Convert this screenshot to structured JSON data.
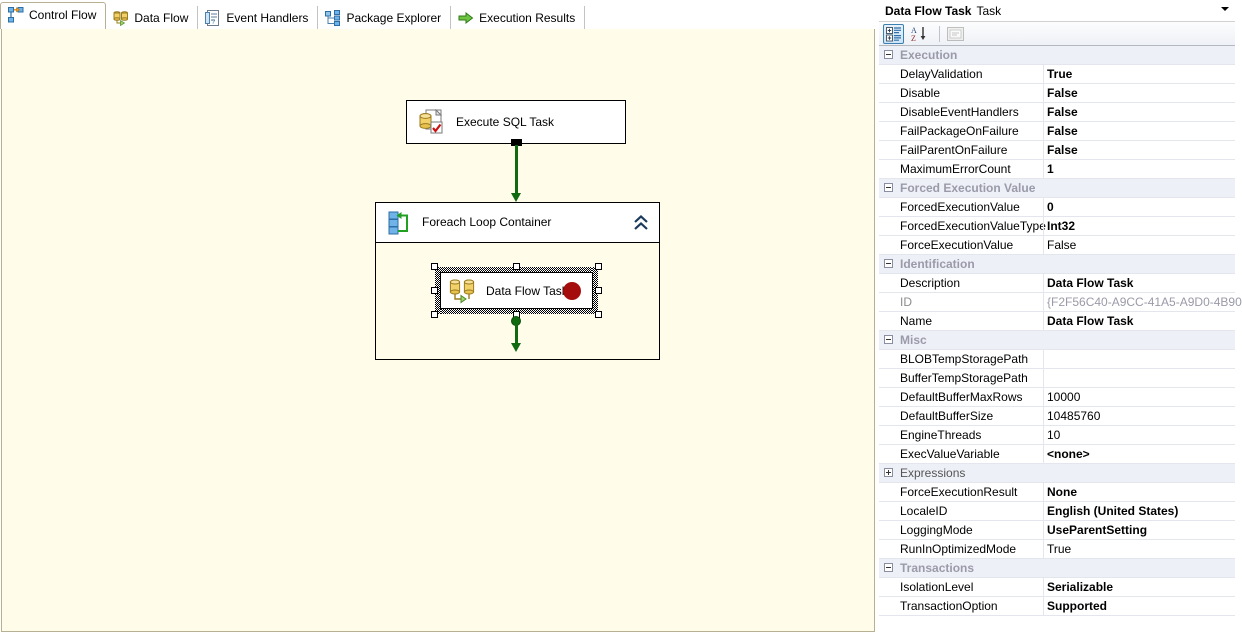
{
  "tabs": [
    {
      "label": "Control Flow",
      "icon": "control-flow-icon",
      "active": true
    },
    {
      "label": "Data Flow",
      "icon": "data-flow-icon",
      "active": false
    },
    {
      "label": "Event Handlers",
      "icon": "event-handlers-icon",
      "active": false
    },
    {
      "label": "Package Explorer",
      "icon": "package-explorer-icon",
      "active": false
    },
    {
      "label": "Execution Results",
      "icon": "execution-results-icon",
      "active": false
    }
  ],
  "canvas": {
    "background_color": "#fffcea",
    "tasks": {
      "execute_sql": {
        "name": "Execute SQL Task",
        "icon": "execute-sql-task-icon"
      },
      "foreach": {
        "name": "Foreach Loop Container",
        "icon": "foreach-loop-icon",
        "collapse_icon": "chevron-up-double-icon"
      },
      "data_flow": {
        "name": "Data Flow Task",
        "icon": "data-flow-task-icon",
        "status": "error",
        "status_color": "#a50d0d",
        "selected": true
      }
    },
    "connector_color": "#106b10"
  },
  "properties": {
    "header": {
      "object_name": "Data Flow Task",
      "object_type": "Task",
      "dropdown_icon": "chevron-down-icon"
    },
    "toolbar": {
      "categorized": "categorized-view-icon",
      "alphabetical": "alphabetical-sort-icon",
      "property_pages": "property-pages-icon"
    },
    "rows": [
      {
        "kind": "category",
        "label": "Execution",
        "expander": "minus"
      },
      {
        "kind": "prop",
        "name": "DelayValidation",
        "value": "True",
        "bold": true
      },
      {
        "kind": "prop",
        "name": "Disable",
        "value": "False",
        "bold": true
      },
      {
        "kind": "prop",
        "name": "DisableEventHandlers",
        "value": "False",
        "bold": true
      },
      {
        "kind": "prop",
        "name": "FailPackageOnFailure",
        "value": "False",
        "bold": true
      },
      {
        "kind": "prop",
        "name": "FailParentOnFailure",
        "value": "False",
        "bold": true
      },
      {
        "kind": "prop",
        "name": "MaximumErrorCount",
        "value": "1",
        "bold": true
      },
      {
        "kind": "category",
        "label": "Forced Execution Value",
        "expander": "minus"
      },
      {
        "kind": "prop",
        "name": "ForcedExecutionValue",
        "value": "0",
        "bold": true
      },
      {
        "kind": "prop",
        "name": "ForcedExecutionValueType",
        "value": "Int32",
        "bold": true
      },
      {
        "kind": "prop",
        "name": "ForceExecutionValue",
        "value": "False",
        "bold": false
      },
      {
        "kind": "category",
        "label": "Identification",
        "expander": "minus"
      },
      {
        "kind": "prop",
        "name": "Description",
        "value": "Data Flow Task",
        "bold": true
      },
      {
        "kind": "prop",
        "name": "ID",
        "value": "{F2F56C40-A9CC-41A5-A9D0-4B90",
        "dim": true,
        "name_dim": true
      },
      {
        "kind": "prop",
        "name": "Name",
        "value": "Data Flow Task",
        "bold": true
      },
      {
        "kind": "category",
        "label": "Misc",
        "expander": "minus"
      },
      {
        "kind": "prop",
        "name": "BLOBTempStoragePath",
        "value": "",
        "bold": false
      },
      {
        "kind": "prop",
        "name": "BufferTempStoragePath",
        "value": "",
        "bold": false
      },
      {
        "kind": "prop",
        "name": "DefaultBufferMaxRows",
        "value": "10000",
        "bold": false
      },
      {
        "kind": "prop",
        "name": "DefaultBufferSize",
        "value": "10485760",
        "bold": false
      },
      {
        "kind": "prop",
        "name": "EngineThreads",
        "value": "10",
        "bold": false
      },
      {
        "kind": "prop",
        "name": "ExecValueVariable",
        "value": "<none>",
        "bold": true
      },
      {
        "kind": "category",
        "label": "Expressions",
        "expander": "plus",
        "light": true
      },
      {
        "kind": "prop",
        "name": "ForceExecutionResult",
        "value": "None",
        "bold": true
      },
      {
        "kind": "prop",
        "name": "LocaleID",
        "value": "English (United States)",
        "bold": true
      },
      {
        "kind": "prop",
        "name": "LoggingMode",
        "value": "UseParentSetting",
        "bold": true
      },
      {
        "kind": "prop",
        "name": "RunInOptimizedMode",
        "value": "True",
        "bold": false
      },
      {
        "kind": "category",
        "label": "Transactions",
        "expander": "minus"
      },
      {
        "kind": "prop",
        "name": "IsolationLevel",
        "value": "Serializable",
        "bold": true
      },
      {
        "kind": "prop",
        "name": "TransactionOption",
        "value": "Supported",
        "bold": true
      }
    ]
  }
}
